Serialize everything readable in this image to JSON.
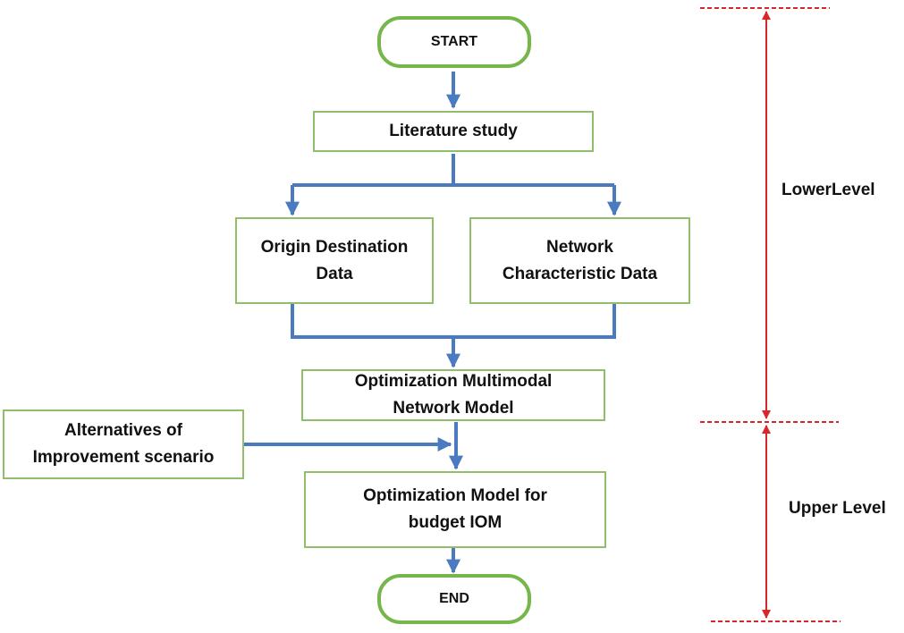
{
  "nodes": {
    "start": "START",
    "literature": "Literature study",
    "origin_destination": "Origin Destination\nData",
    "network_characteristic": "Network\nCharacteristic Data",
    "optimization_multimodal": "Optimization Multimodal\nNetwork Model",
    "alternatives": "Alternatives of\nImprovement scenario",
    "optimization_budget": "Optimization Model for\nbudget IOM",
    "end": "END"
  },
  "levels": {
    "lower": "LowerLevel",
    "upper": "Upper Level"
  },
  "colors": {
    "arrow": "#4a7abf",
    "box_border": "#8fbf6a",
    "terminal_border": "#77b64a",
    "level_marker": "#d9262b"
  }
}
